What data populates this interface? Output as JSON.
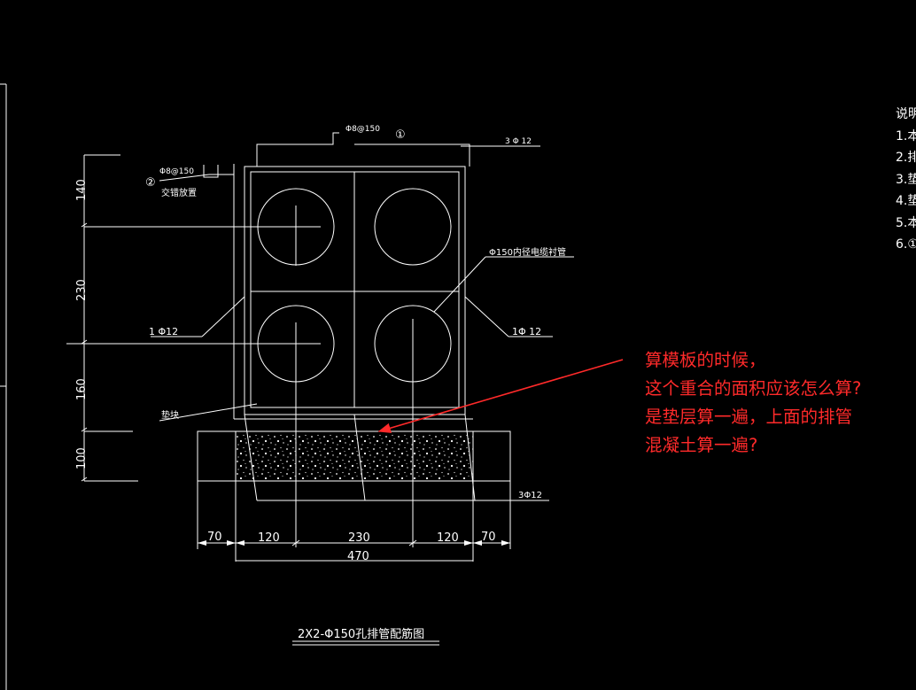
{
  "drawing": {
    "title": "2X2-Φ150孔排管配筋图",
    "vertical_dims": [
      "140",
      "230",
      "160",
      "100"
    ],
    "horizontal_dims": [
      "70",
      "120",
      "230",
      "120",
      "70"
    ],
    "total_width": "470",
    "labels": {
      "top_rebar": "Φ8@150",
      "top_rebar_marker": "①",
      "side_rebar": "Φ8@150",
      "side_rebar_marker": "②",
      "side_rebar_note": "交错放置",
      "top_right_rebar": "3 Φ 12",
      "pipe_note": "Φ150内径电缆衬管",
      "left_mid_rebar": "1 Φ12",
      "right_mid_rebar": "1Φ 12",
      "block": "垫块",
      "bottom_rebar": "3Φ12"
    }
  },
  "notes": {
    "heading": "说明",
    "items": [
      "1.本",
      "2.排",
      "3.垫",
      "4.垫",
      "5.本",
      "6.①"
    ]
  },
  "annotation": {
    "lines": [
      "算模板的时候，",
      "这个重合的面积应该怎么算?",
      "是垫层算一遍，上面的排管",
      "混凝土算一遍?"
    ],
    "color": "#ff2a2a"
  },
  "colors": {
    "background": "#000000",
    "line": "#ffffff",
    "annotation": "#ff2a2a"
  }
}
